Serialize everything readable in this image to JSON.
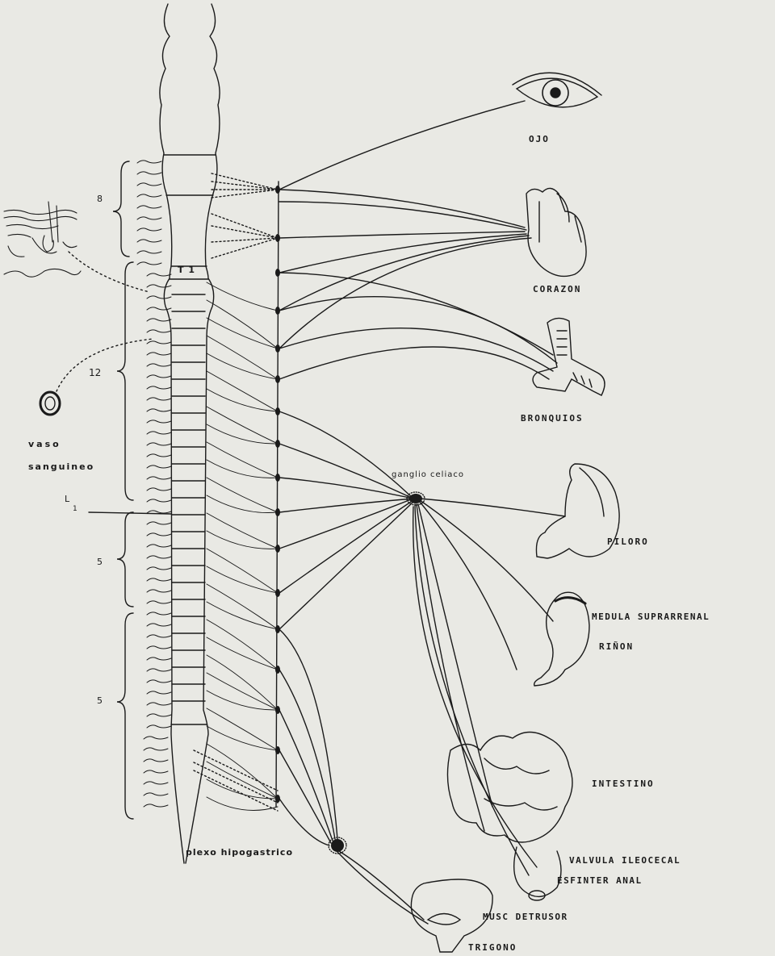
{
  "segments": {
    "cervical_count": "8",
    "thoracic_first": "T 1",
    "thoracic_count": "12",
    "lumbar_first": "L",
    "lumbar_first_sub": "1",
    "lumbar_count": "5",
    "sacral_count": "5"
  },
  "labels": {
    "vaso": "vaso",
    "sanguineo": "sanguineo",
    "ganglio": "ganglio celiaco",
    "plexo": "plexo hipogastrico"
  },
  "organs": {
    "ojo": "OJO",
    "corazon": "CORAZON",
    "bronquios": "BRONQUIOS",
    "piloro": "PILORO",
    "medula": "MEDULA SUPRARRENAL",
    "rinon": "RIÑON",
    "intestino": "INTESTINO",
    "valvula": "VALVULA ILEOCECAL",
    "esfinter": "ESFINTER ANAL",
    "musc": "MUSC DETRUSOR",
    "trigono": "TRIGONO"
  },
  "colors": {
    "ink": "#1a1a1a",
    "paper": "#e9e9e4"
  }
}
